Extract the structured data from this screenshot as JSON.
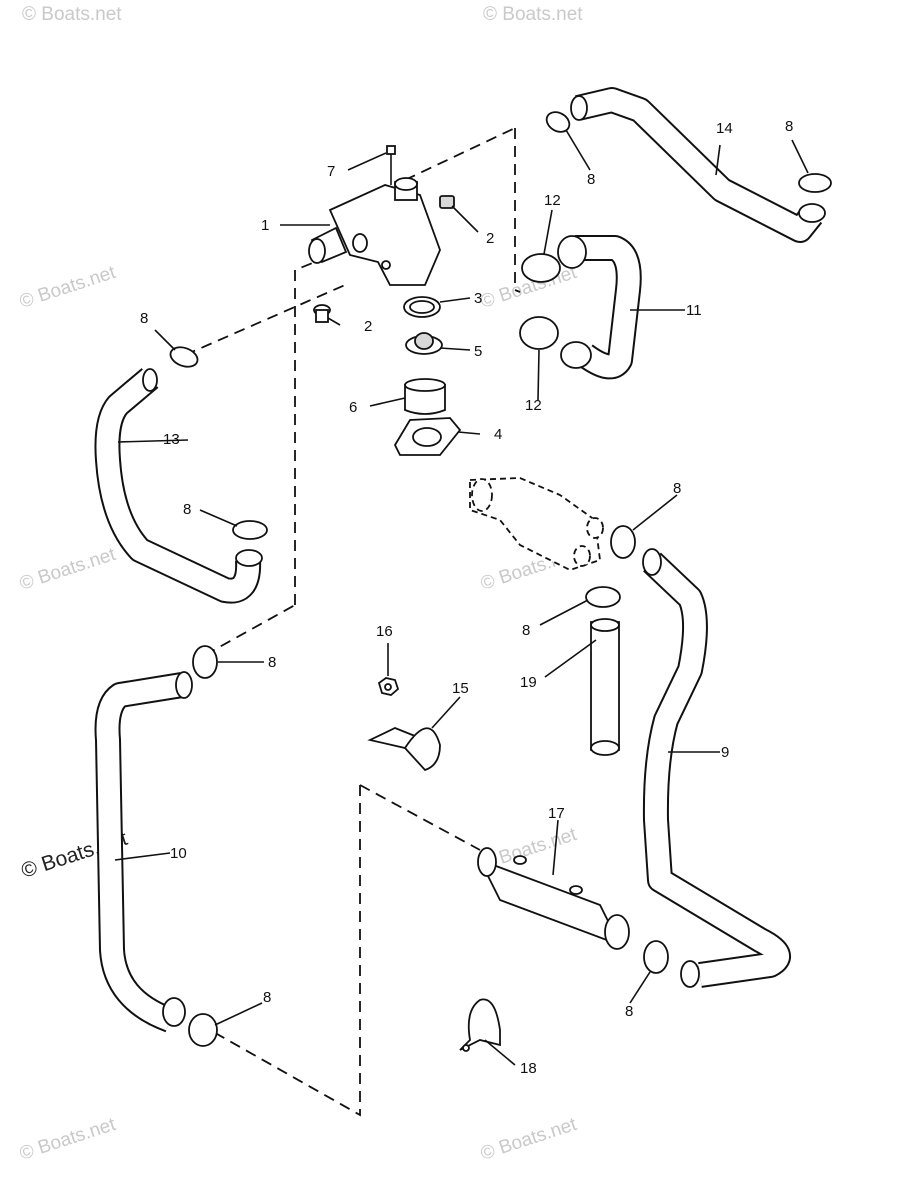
{
  "watermark": {
    "text": "© Boats.net"
  },
  "callouts": {
    "p1": "1",
    "p2a": "2",
    "p2b": "2",
    "p3": "3",
    "p4": "4",
    "p5": "5",
    "p6": "6",
    "p7": "7",
    "p8a": "8",
    "p8b": "8",
    "p8c": "8",
    "p8d": "8",
    "p8e": "8",
    "p8f": "8",
    "p8g": "8",
    "p8h": "8",
    "p8i": "8",
    "p9": "9",
    "p10": "10",
    "p11": "11",
    "p12a": "12",
    "p12b": "12",
    "p13": "13",
    "p14": "14",
    "p15": "15",
    "p16": "16",
    "p17": "17",
    "p18": "18",
    "p19": "19"
  }
}
